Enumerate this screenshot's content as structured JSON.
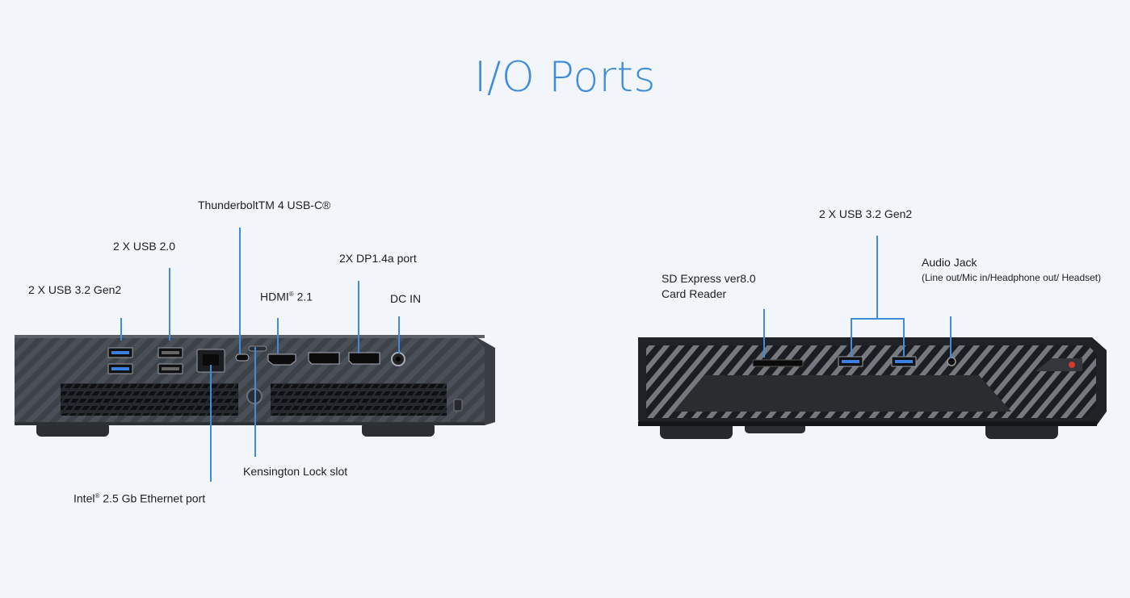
{
  "page": {
    "title": "I/O Ports",
    "accent_color": "#3d8ddc",
    "background_color": "#f2f5f9"
  },
  "rear_panel": {
    "labels": {
      "usb32": "2 X USB 3.2 Gen2",
      "usb20": "2 X USB 2.0",
      "thunderbolt": "ThunderboltTM 4 USB-C®",
      "hdmi_name": "HDMI",
      "hdmi_mark": "®",
      "hdmi_version": "2.1",
      "dp": "2X DP1.4a port",
      "dcin": "DC IN",
      "kensington": "Kensington Lock slot",
      "ethernet_brand": "Intel",
      "ethernet_mark": "®",
      "ethernet_rest": "2.5 Gb Ethernet port"
    }
  },
  "front_panel": {
    "labels": {
      "sd_line1": "SD Express ver8.0",
      "sd_line2": "Card Reader",
      "usb32": "2 X USB 3.2 Gen2",
      "audio_title": "Audio Jack",
      "audio_detail": "(Line out/Mic in/Headphone out/ Headset)"
    }
  }
}
